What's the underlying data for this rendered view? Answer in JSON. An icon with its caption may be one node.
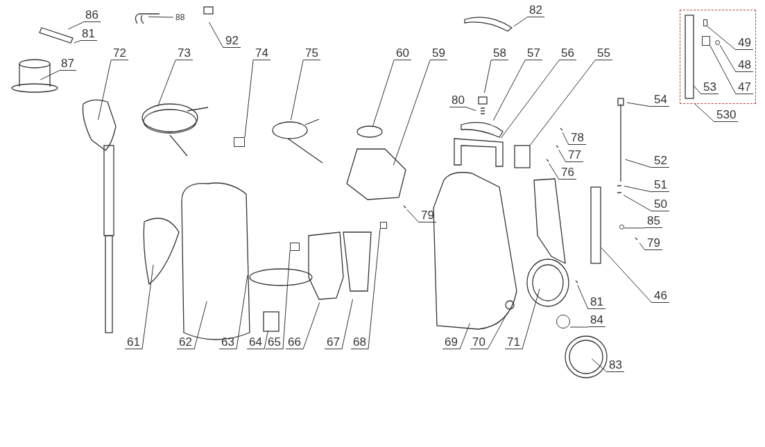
{
  "diagram": {
    "nodes": [
      {
        "text": [
          "82"
        ]
      },
      {
        "text": [
          "86"
        ]
      },
      {
        "text": [
          "88"
        ]
      },
      {
        "text": [
          "92"
        ]
      },
      {
        "text": [],
        "shape": "box"
      },
      {
        "text": [
          "49"
        ],
        "in": 4
      },
      {
        "text": [
          "81"
        ]
      },
      {
        "text": [
          "48"
        ],
        "in": 4
      },
      {
        "text": [
          "87"
        ]
      },
      {
        "text": [
          "72"
        ]
      },
      {
        "text": [
          "73"
        ]
      },
      {
        "text": [
          "74"
        ]
      },
      {
        "text": [
          "75"
        ]
      },
      {
        "text": [
          "60"
        ]
      },
      {
        "text": [
          "59"
        ]
      },
      {
        "text": [
          "58"
        ]
      },
      {
        "text": [
          "57"
        ]
      },
      {
        "text": [
          "56"
        ]
      },
      {
        "text": [
          "55"
        ]
      },
      {
        "text": [
          "47"
        ],
        "in": 4
      },
      {
        "text": [
          "53"
        ],
        "in": 4
      },
      {
        "text": [
          "530"
        ]
      },
      {
        "text": [
          "80"
        ]
      },
      {
        "text": [
          "54"
        ]
      },
      {
        "text": [
          "78"
        ]
      },
      {
        "text": [
          "77"
        ]
      },
      {
        "text": [
          "76"
        ]
      },
      {
        "text": [
          "52"
        ]
      },
      {
        "text": [
          "51"
        ]
      },
      {
        "text": [
          "50"
        ]
      },
      {
        "text": [
          "79"
        ]
      },
      {
        "text": [
          "85"
        ]
      },
      {
        "text": [
          "79"
        ]
      },
      {
        "text": [
          "46"
        ]
      },
      {
        "text": [
          "81"
        ]
      },
      {
        "text": [
          "84"
        ]
      },
      {
        "text": [
          "61"
        ]
      },
      {
        "text": [
          "62"
        ]
      },
      {
        "text": [
          "63"
        ]
      },
      {
        "text": [
          "64"
        ]
      },
      {
        "text": [
          "65"
        ]
      },
      {
        "text": [
          "66"
        ]
      },
      {
        "text": [
          "67"
        ]
      },
      {
        "text": [
          "68"
        ]
      },
      {
        "text": [
          "69"
        ]
      },
      {
        "text": [
          "70"
        ]
      },
      {
        "text": [
          "71"
        ]
      },
      {
        "text": [
          "83"
        ]
      },
      {
        "text": [],
        "shape": "box",
        "in": 4
      },
      {
        "text": [],
        "shape": "circle",
        "in": 4
      },
      {
        "text": [],
        "shape": "box",
        "in": 4
      },
      {
        "text": [],
        "shape": "box"
      },
      {
        "text": [],
        "shape": "circle"
      },
      {
        "text": [],
        "shape": "circle"
      },
      {
        "text": [],
        "shape": "box"
      },
      {
        "text": [],
        "shape": "box"
      }
    ],
    "edges": [
      {
        "from": 0,
        "to": null,
        "arrow": "none"
      },
      {
        "from": 1,
        "to": null,
        "arrow": "none"
      },
      {
        "from": 2,
        "to": null,
        "arrow": "none"
      },
      {
        "from": 3,
        "to": null,
        "arrow": "none"
      },
      {
        "from": 5,
        "to": 48,
        "arrow": "none"
      },
      {
        "from": 6,
        "to": null,
        "arrow": "none"
      },
      {
        "from": 7,
        "to": 49,
        "arrow": "none"
      },
      {
        "from": 8,
        "to": null,
        "arrow": "none"
      },
      {
        "from": 9,
        "to": null,
        "arrow": "none"
      },
      {
        "from": 10,
        "to": null,
        "arrow": "none"
      },
      {
        "from": 11,
        "to": 51,
        "arrow": "none"
      },
      {
        "from": 12,
        "to": null,
        "arrow": "none"
      },
      {
        "from": 13,
        "to": null,
        "arrow": "none"
      },
      {
        "from": 14,
        "to": null,
        "arrow": "none"
      },
      {
        "from": 15,
        "to": null,
        "arrow": "none"
      },
      {
        "from": 16,
        "to": null,
        "arrow": "none"
      },
      {
        "from": 17,
        "to": null,
        "arrow": "none"
      },
      {
        "from": 18,
        "to": null,
        "arrow": "none"
      },
      {
        "from": 19,
        "to": 50,
        "arrow": "none"
      },
      {
        "from": 20,
        "to": null,
        "arrow": "none"
      },
      {
        "from": 21,
        "to": 4,
        "arrow": "none"
      },
      {
        "from": 22,
        "to": null,
        "arrow": "none"
      },
      {
        "from": 23,
        "to": null,
        "arrow": "none"
      },
      {
        "from": 24,
        "to": null,
        "arrow": "none"
      },
      {
        "from": 25,
        "to": null,
        "arrow": "none"
      },
      {
        "from": 26,
        "to": null,
        "arrow": "none"
      },
      {
        "from": 27,
        "to": null,
        "arrow": "none"
      },
      {
        "from": 28,
        "to": null,
        "arrow": "none"
      },
      {
        "from": 29,
        "to": null,
        "arrow": "none"
      },
      {
        "from": 30,
        "to": null,
        "arrow": "none"
      },
      {
        "from": 31,
        "to": 52,
        "arrow": "none"
      },
      {
        "from": 32,
        "to": null,
        "arrow": "none"
      },
      {
        "from": 33,
        "to": null,
        "arrow": "none"
      },
      {
        "from": 34,
        "to": null,
        "arrow": "none"
      },
      {
        "from": 35,
        "to": 53,
        "arrow": "none"
      },
      {
        "from": 36,
        "to": null,
        "arrow": "none"
      },
      {
        "from": 37,
        "to": null,
        "arrow": "none"
      },
      {
        "from": 38,
        "to": null,
        "arrow": "none"
      },
      {
        "from": 39,
        "to": null,
        "arrow": "none"
      },
      {
        "from": 40,
        "to": 54,
        "arrow": "none"
      },
      {
        "from": 41,
        "to": null,
        "arrow": "none"
      },
      {
        "from": 42,
        "to": null,
        "arrow": "none"
      },
      {
        "from": 43,
        "to": 55,
        "arrow": "none"
      },
      {
        "from": 44,
        "to": null,
        "arrow": "none"
      },
      {
        "from": 45,
        "to": null,
        "arrow": "none"
      },
      {
        "from": 46,
        "to": null,
        "arrow": "none"
      },
      {
        "from": 47,
        "to": null,
        "arrow": "none"
      }
    ]
  }
}
